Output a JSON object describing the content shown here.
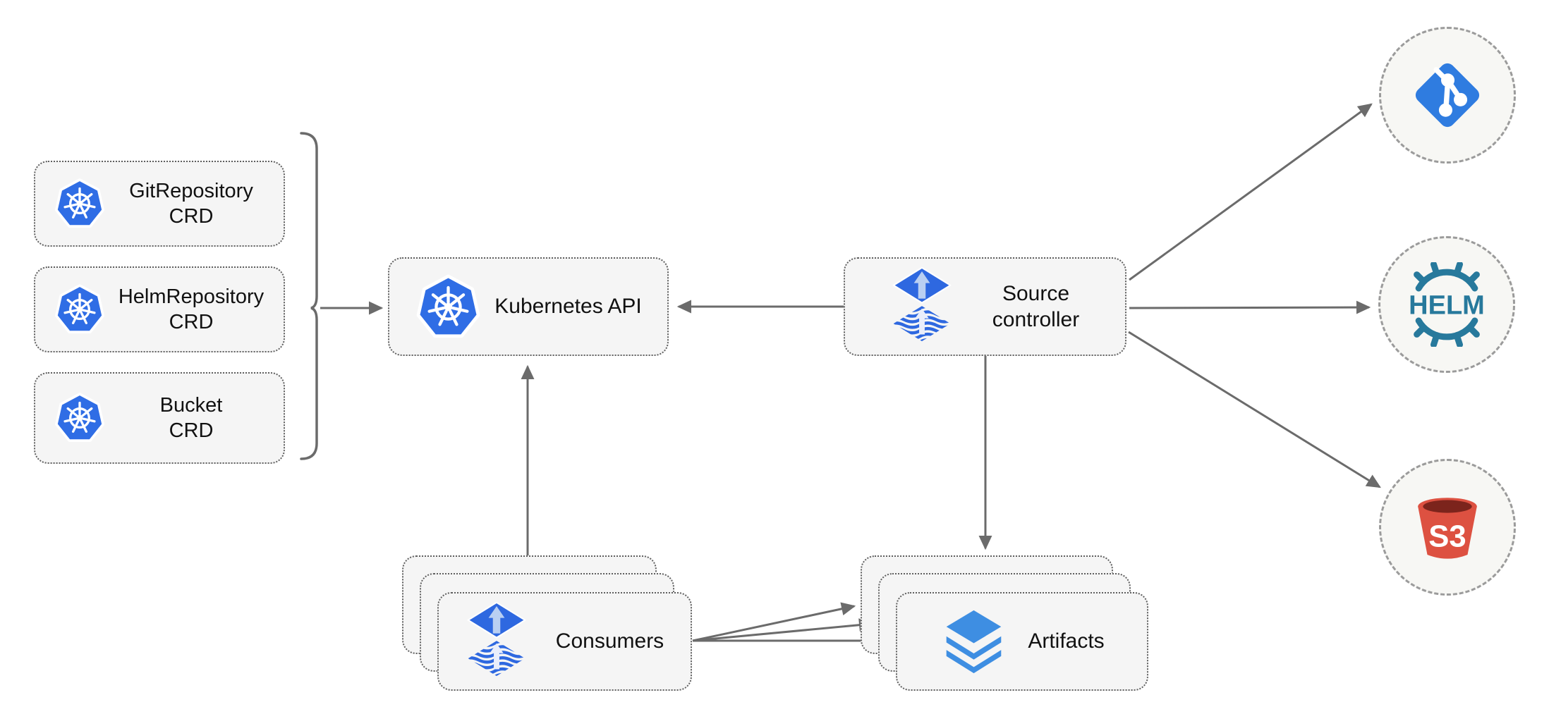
{
  "nodes": {
    "git_repository_crd": {
      "line1": "GitRepository",
      "line2": "CRD",
      "icon": "kubernetes-icon"
    },
    "helm_repository_crd": {
      "line1": "HelmRepository",
      "line2": "CRD",
      "icon": "kubernetes-icon"
    },
    "bucket_crd": {
      "line1": "Bucket",
      "line2": "CRD",
      "icon": "kubernetes-icon"
    },
    "kubernetes_api": {
      "label": "Kubernetes API",
      "icon": "kubernetes-icon"
    },
    "source_controller": {
      "line1": "Source",
      "line2": "controller",
      "icon": "flux-icon"
    },
    "consumers": {
      "label": "Consumers",
      "icon": "flux-icon",
      "stacked": 3
    },
    "artifacts": {
      "label": "Artifacts",
      "icon": "layers-icon",
      "stacked": 3
    },
    "git_source": {
      "icon": "git-icon"
    },
    "helm_source": {
      "icon": "helm-icon",
      "text": "HELM"
    },
    "s3_source": {
      "icon": "s3-icon",
      "text": "S3"
    }
  },
  "edges": [
    {
      "from": "crd-group-bracket",
      "to": "kubernetes_api"
    },
    {
      "from": "source_controller",
      "to": "kubernetes_api"
    },
    {
      "from": "consumers",
      "to": "kubernetes_api"
    },
    {
      "from": "source_controller",
      "to": "artifacts"
    },
    {
      "from": "source_controller",
      "to": "git_source"
    },
    {
      "from": "source_controller",
      "to": "helm_source"
    },
    {
      "from": "source_controller",
      "to": "s3_source"
    },
    {
      "from": "consumers",
      "to": "artifacts",
      "arrows": 3
    }
  ],
  "colors": {
    "box_bg": "#f5f5f5",
    "box_border": "#5f5f5f",
    "arrow": "#6b6b6b",
    "text": "#111111",
    "k8s_blue": "#2f6de5",
    "flux_blue": "#2e68e0",
    "flux_light": "#b9cff2",
    "flux_ghost": "#e9eefb",
    "git_blue": "#2f7ce0",
    "helm_teal": "#27799c",
    "s3_red": "#dd5141",
    "s3_dark": "#7c241c",
    "layers_blue": "#3e8ee2",
    "circle_bg": "#f7f7f4",
    "circle_border": "#9b9b9b",
    "white": "#ffffff"
  }
}
